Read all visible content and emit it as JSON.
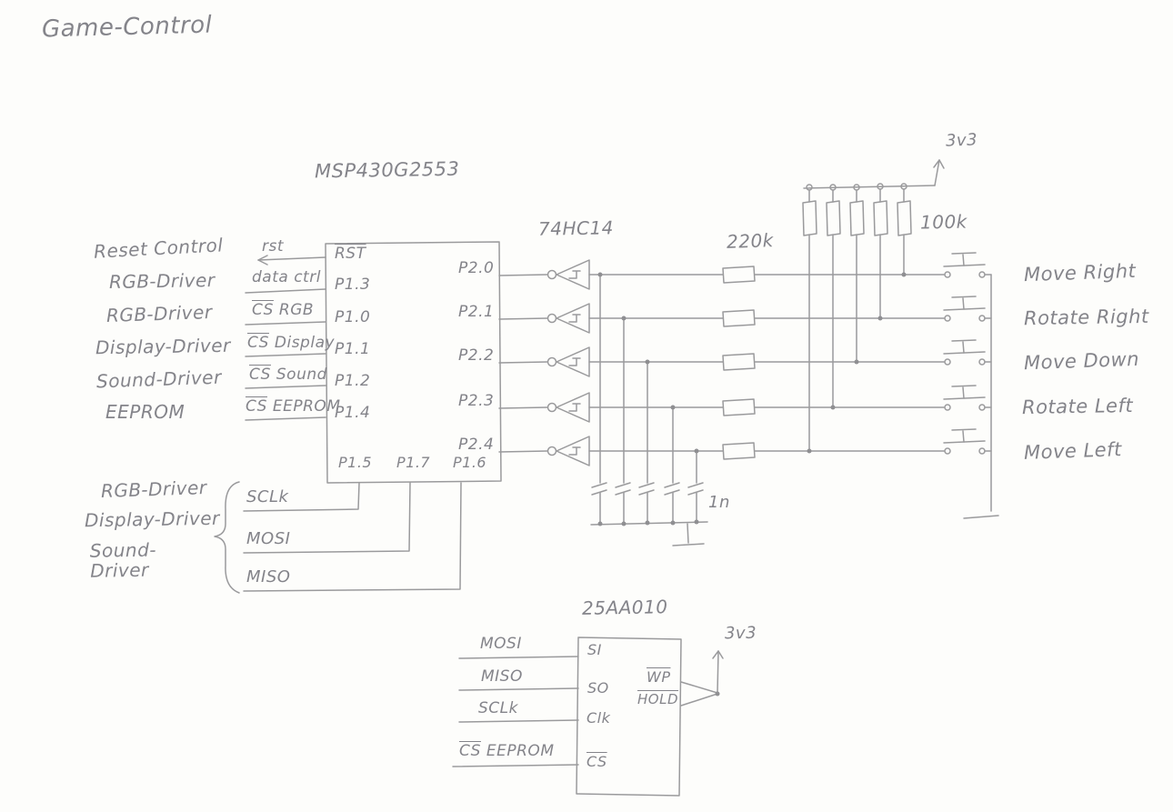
{
  "title": "Game-Control",
  "palette": {
    "ink": "#9a9a9c",
    "paper": "#fdfdfb"
  },
  "mcu": {
    "name": "MSP430G2553",
    "left_pins": [
      "RST",
      "P1.3",
      "P1.0",
      "P1.1",
      "P1.2",
      "P1.4"
    ],
    "bottom_pins": [
      "P1.5",
      "P1.7",
      "P1.6"
    ],
    "right_pins": [
      "P2.0",
      "P2.1",
      "P2.2",
      "P2.3",
      "P2.4"
    ]
  },
  "left_connections": [
    {
      "target": "Reset Control",
      "signal": "rst"
    },
    {
      "target": "RGB-Driver",
      "signal": "data ctrl"
    },
    {
      "target": "RGB-Driver",
      "bar": "CS",
      "signal": "RGB"
    },
    {
      "target": "Display-Driver",
      "bar": "CS",
      "signal": "Display"
    },
    {
      "target": "Sound-Driver",
      "bar": "CS",
      "signal": "Sound"
    },
    {
      "target": "EEPROM",
      "bar": "CS",
      "signal": "EEPROM"
    }
  ],
  "spi_group": {
    "targets": [
      "RGB-Driver",
      "Display-Driver",
      "Sound-Driver"
    ],
    "signals": [
      "SCLk",
      "MOSI",
      "MISO"
    ]
  },
  "hex_inverter": {
    "name": "74HC14"
  },
  "resistors": {
    "series": "220k",
    "pullup": "100k"
  },
  "capacitors": {
    "value": "1n"
  },
  "supply": {
    "label": "3v3"
  },
  "buttons": [
    "Move Right",
    "Rotate Right",
    "Move Down",
    "Rotate Left",
    "Move Left"
  ],
  "eeprom": {
    "name": "25AA010",
    "left_pins": [
      "SI",
      "SO",
      "Clk",
      "CS"
    ],
    "right_pins": [
      "WP",
      "HOLD"
    ],
    "left_signals": [
      "MOSI",
      "MISO",
      "SCLk"
    ],
    "cs_signal": {
      "bar": "CS",
      "rest": "EEPROM"
    },
    "supply": "3v3"
  }
}
